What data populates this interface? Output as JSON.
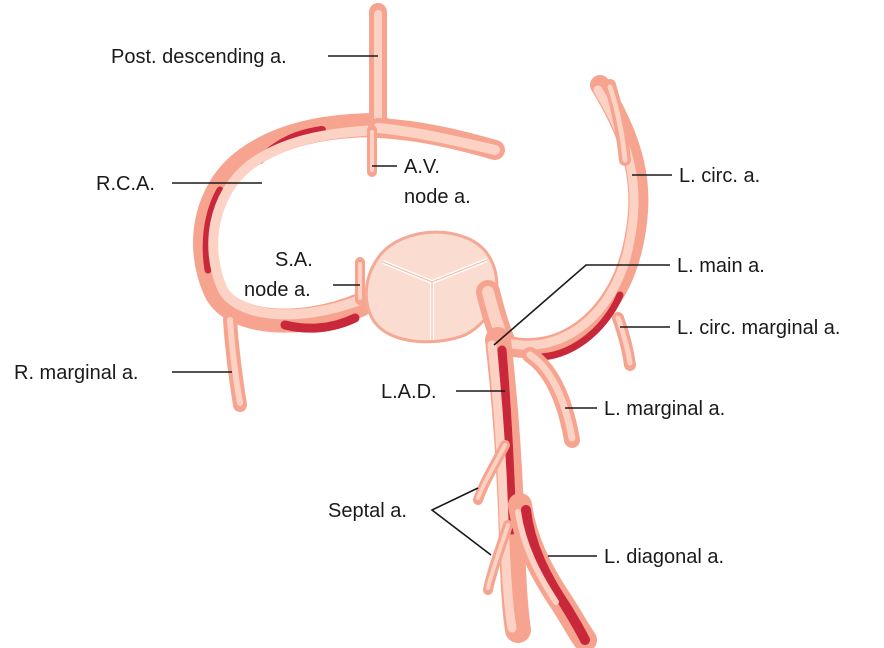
{
  "labels": {
    "post_descending": "Post. descending a.",
    "rca": "R.C.A.",
    "av_node_line1": "A.V.",
    "av_node_line2": "node a.",
    "sa_node_line1": "S.A.",
    "sa_node_line2": "node a.",
    "r_marginal": "R. marginal a.",
    "l_circ": "L. circ. a.",
    "l_main": "L. main a.",
    "l_circ_marginal": "L. circ. marginal a.",
    "lad": "L.A.D.",
    "l_marginal": "L. marginal a.",
    "septal": "Septal a.",
    "l_diagonal": "L. diagonal a."
  },
  "colors": {
    "vessel_light": "#fcd2c4",
    "vessel_mid": "#f6a48f",
    "vessel_dark": "#c8283a",
    "aorta_fill": "#fbdcd0",
    "aorta_stroke": "#f3a994",
    "label_text": "#1a1a1a"
  }
}
